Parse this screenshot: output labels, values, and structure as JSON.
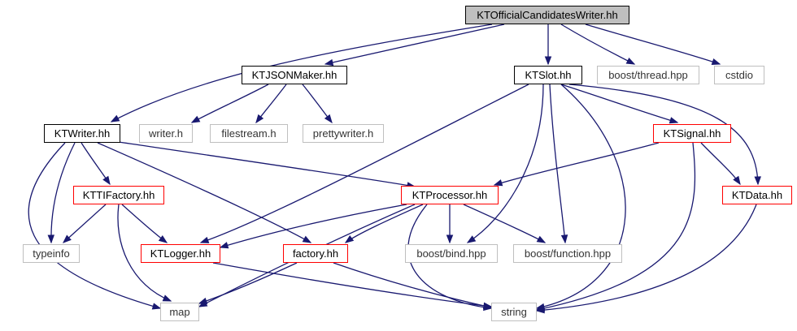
{
  "colors": {
    "edge": "#191970",
    "current_fill": "#bfbfbf",
    "documented_border": "#000000",
    "incomplete_border": "#ff0000",
    "external_border": "#bfbfbf"
  },
  "nodes": {
    "root": "KTOfficialCandidatesWriter.hh",
    "ktjsonmaker": "KTJSONMaker.hh",
    "ktslot": "KTSlot.hh",
    "boost_thread": "boost/thread.hpp",
    "cstdio": "cstdio",
    "ktwriter": "KTWriter.hh",
    "writer_h": "writer.h",
    "filestream_h": "filestream.h",
    "prettywriter_h": "prettywriter.h",
    "ktsignal": "KTSignal.hh",
    "kttifactory": "KTTIFactory.hh",
    "ktprocessor": "KTProcessor.hh",
    "ktdata": "KTData.hh",
    "typeinfo": "typeinfo",
    "ktlogger": "KTLogger.hh",
    "factory": "factory.hh",
    "boost_bind": "boost/bind.hpp",
    "boost_function": "boost/function.hpp",
    "map": "map",
    "string": "string"
  }
}
